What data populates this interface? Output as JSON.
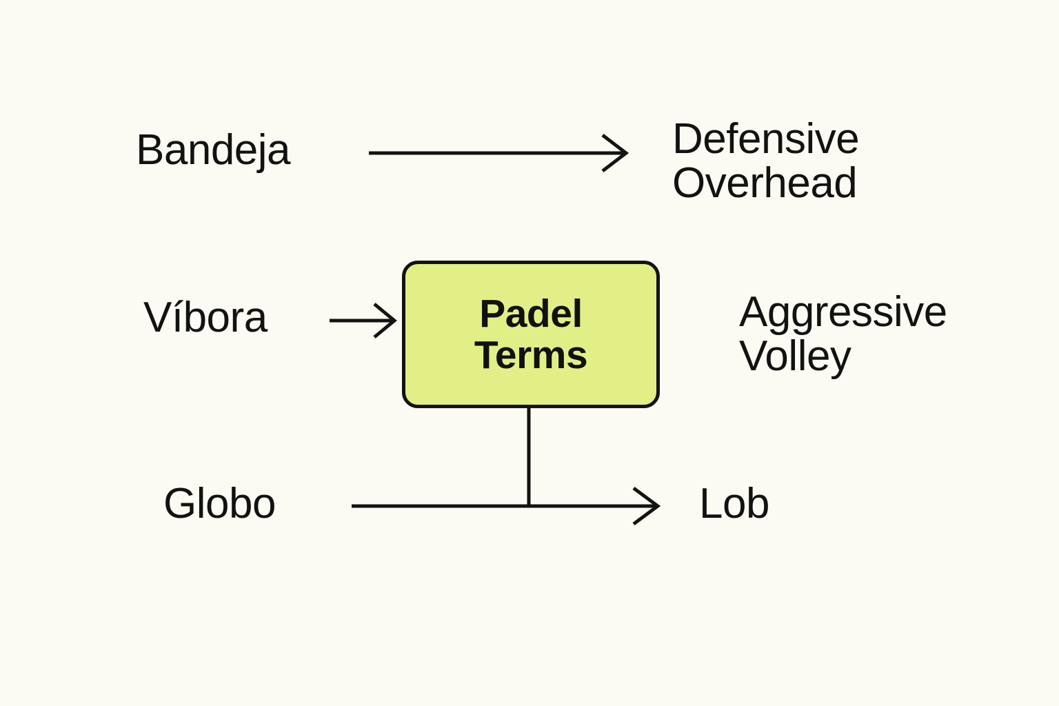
{
  "diagram": {
    "title": "Padel Terms",
    "background_color": "#fbfaf3",
    "accent_color": "#e2ef86",
    "line_color": "#131313",
    "center_node": {
      "label": "Padel\nTerms"
    },
    "terms": [
      {
        "id": "bandeja",
        "label": "Bandeja"
      },
      {
        "id": "vibora",
        "label": "Víbora"
      },
      {
        "id": "globo",
        "label": "Globo"
      }
    ],
    "meanings": [
      {
        "id": "defensive-overhead",
        "label": "Defensive\nOverhead"
      },
      {
        "id": "aggressive-volley",
        "label": "Aggressive\nVolley"
      },
      {
        "id": "lob",
        "label": "Lob"
      }
    ],
    "edges": [
      {
        "id": "bandeja-to-defensive-overhead",
        "from": "Bandeja",
        "to": "Defensive Overhead",
        "arrow": true
      },
      {
        "id": "vibora-to-padel-terms",
        "from": "Víbora",
        "to": "Padel Terms",
        "arrow": true
      },
      {
        "id": "padel-terms-to-globo-lob",
        "from": "Padel Terms",
        "to": "Globo → Lob",
        "arrow": false
      },
      {
        "id": "globo-to-lob",
        "from": "Globo",
        "to": "Lob",
        "arrow": true
      }
    ]
  }
}
